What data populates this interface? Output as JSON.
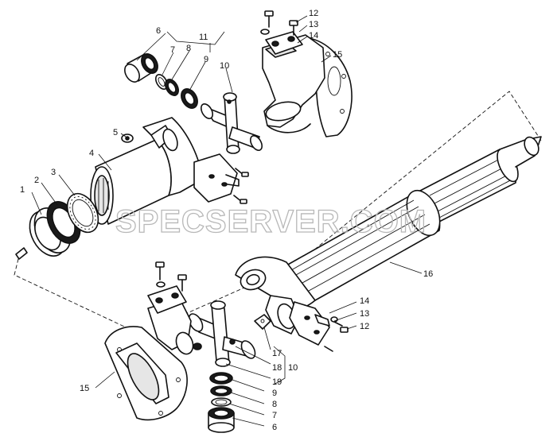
{
  "watermark": "SPECSERVER.COM",
  "callouts": {
    "c1": "1",
    "c2": "2",
    "c3": "3",
    "c4": "4",
    "c5": "5",
    "c6_top": "6",
    "c7_top": "7",
    "c8_top": "8",
    "c9_top": "9",
    "c10_top": "10",
    "c11": "11",
    "c12_top": "12",
    "c13_top": "13",
    "c14_top": "14",
    "c15_top": "15",
    "c16": "16",
    "c14_bot": "14",
    "c13_bot": "13",
    "c12_bot": "12",
    "c17": "17",
    "c18": "18",
    "c10_bot": "10",
    "c19": "19",
    "c15_bot": "15",
    "c9_bot": "9",
    "c8_bot": "8",
    "c7_bot": "7",
    "c6_bot": "6"
  },
  "colors": {
    "ink": "#111111",
    "watermark": "#b8b8b8",
    "background": "#ffffff"
  }
}
